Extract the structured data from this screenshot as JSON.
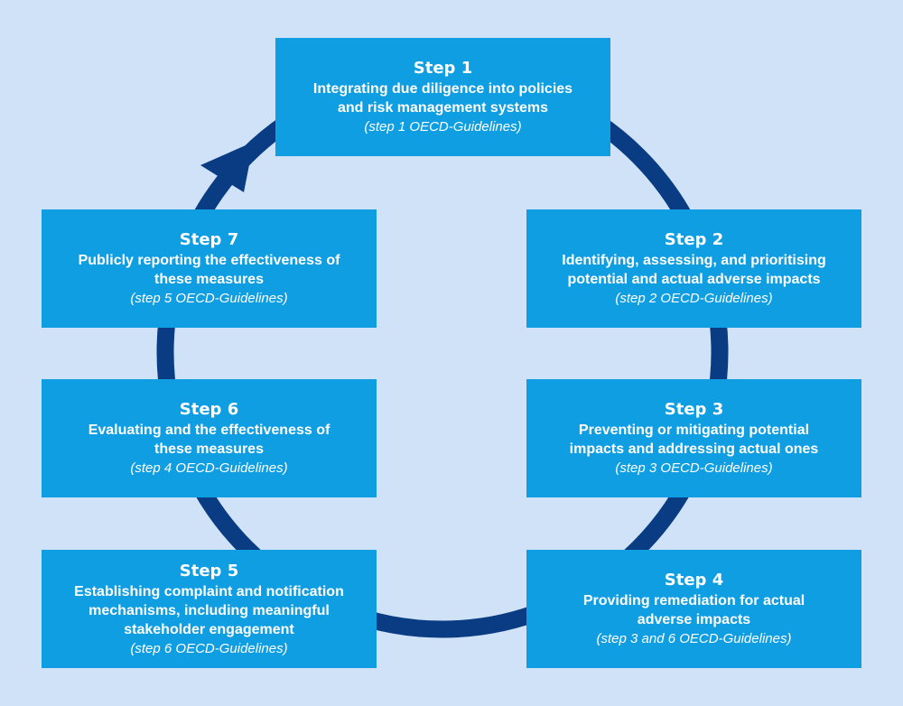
{
  "colors": {
    "background": "#cfe2f7",
    "box": "#0f9ee2",
    "cycle_arrow": "#0a3c83",
    "text": "#ffffff"
  },
  "steps": [
    {
      "title": "Step 1",
      "desc_lines": [
        "Integrating due diligence into policies",
        "and risk management systems"
      ],
      "ref_prefix": "(",
      "ref": "step 1 OECD-Guidelines",
      "ref_suffix": ")"
    },
    {
      "title": "Step 2",
      "desc_lines": [
        "Identifying, assessing, and prioritising",
        "potential and actual adverse impacts"
      ],
      "ref_prefix": "(",
      "ref": "step 2 OECD-Guidelines",
      "ref_suffix": ")"
    },
    {
      "title": "Step 3",
      "desc_lines": [
        "Preventing or mitigating potential",
        "impacts and addressing actual ones"
      ],
      "ref_prefix": "(",
      "ref": "step 3 OECD-Guidelines",
      "ref_suffix": ")"
    },
    {
      "title": "Step 4",
      "desc_lines": [
        "Providing remediation for actual",
        "adverse impacts"
      ],
      "ref_prefix": "(",
      "ref": "step 3 and 6 OECD-Guidelines",
      "ref_suffix": ")"
    },
    {
      "title": "Step 5",
      "desc_lines": [
        "Establishing complaint and notification",
        "mechanisms, including meaningful",
        "stakeholder engagement"
      ],
      "ref_prefix": "(",
      "ref": "step 6 OECD-Guidelines",
      "ref_suffix": ")"
    },
    {
      "title": "Step 6",
      "desc_lines": [
        "Evaluating and the effectiveness of",
        "these measures"
      ],
      "ref_prefix": "(",
      "ref": "step 4 OECD-Guidelines",
      "ref_suffix": ")"
    },
    {
      "title": "Step 7",
      "desc_lines": [
        "Publicly reporting the effectiveness of",
        "these measures"
      ],
      "ref_prefix": "(",
      "ref": "step 5 OECD-Guidelines",
      "ref_suffix": ")"
    }
  ]
}
